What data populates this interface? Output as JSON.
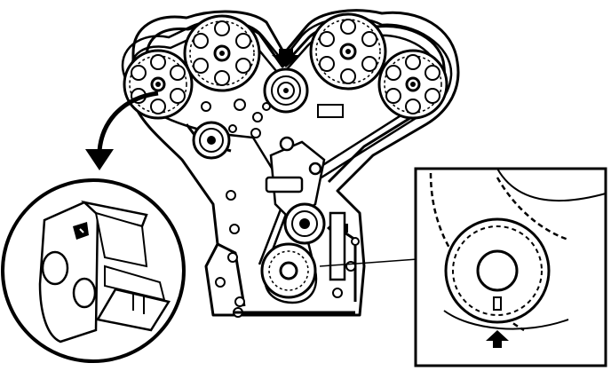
{
  "figure": {
    "kind": "line-art",
    "ink_color": "#000000",
    "paper_color": "#ffffff",
    "parts": [
      "engine-front-outline",
      "timing-belt",
      "camshaft-sprocket",
      "tensioner-pulley",
      "idler-pulley",
      "water-pump-pulley",
      "crankshaft-sprocket",
      "detail-circle-camshaft-lock",
      "detail-box-crankshaft-mark",
      "arrow-indicators"
    ],
    "icons": [
      "down-arrow-icon",
      "left-arrow-icon",
      "up-arrow-icon",
      "curved-arrow-icon"
    ]
  }
}
